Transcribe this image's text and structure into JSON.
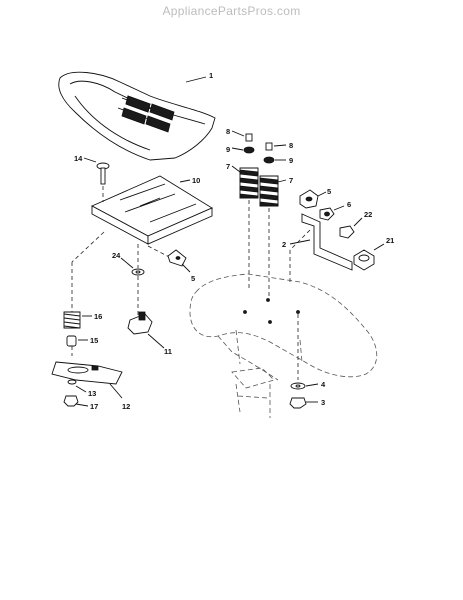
{
  "watermark": "AppliancePartsPros.com",
  "callouts": {
    "c1": "1",
    "c2": "2",
    "c3": "3",
    "c4": "4",
    "c5a": "5",
    "c5b": "5",
    "c6": "6",
    "c7a": "7",
    "c7b": "7",
    "c8a": "8",
    "c8b": "8",
    "c9a": "9",
    "c9b": "9",
    "c10": "10",
    "c11": "11",
    "c12": "12",
    "c13": "13",
    "c14": "14",
    "c15": "15",
    "c16": "16",
    "c17": "17",
    "c21": "21",
    "c22": "22",
    "c24": "24"
  }
}
